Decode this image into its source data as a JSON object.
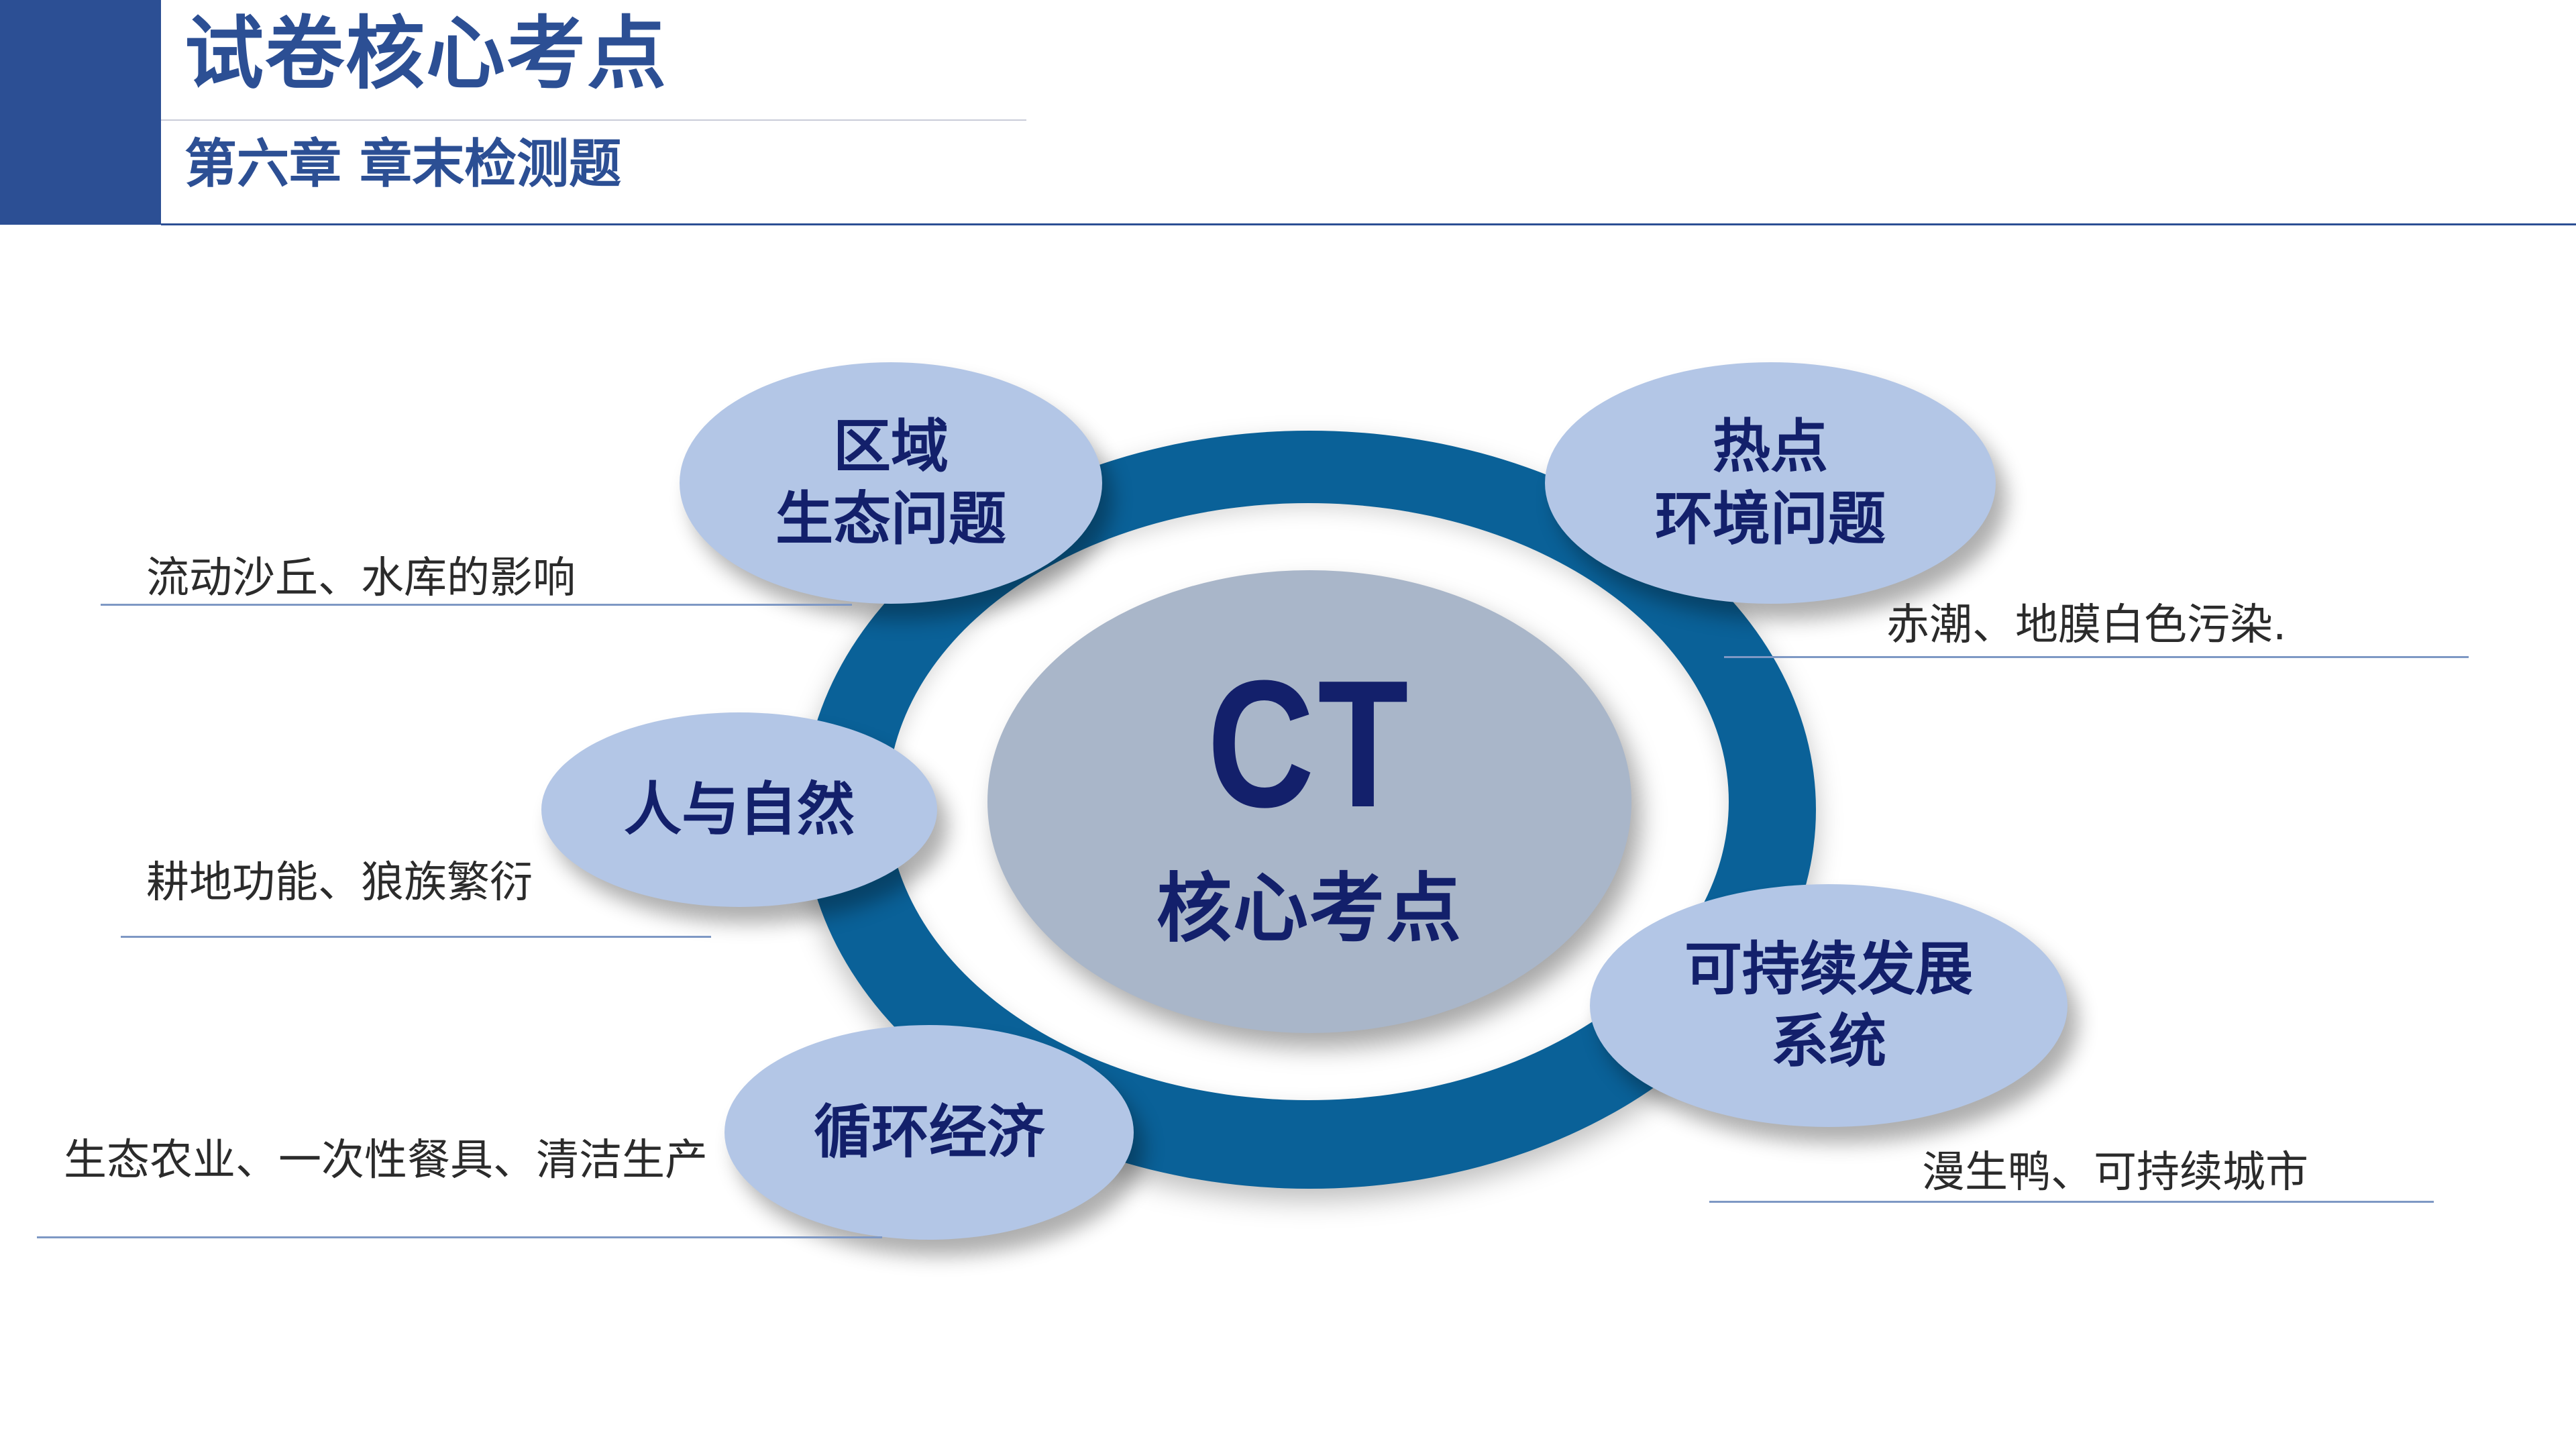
{
  "header": {
    "title": "试卷核心考点",
    "subtitle": "第六章  章末检测题"
  },
  "diagram": {
    "center": {
      "abbr": "CT",
      "label": "核心考点"
    },
    "nodes": [
      {
        "label": "区域\n生态问题",
        "note": "流动沙丘、水库的影响"
      },
      {
        "label": "热点\n环境问题",
        "note": "赤潮、地膜白色污染."
      },
      {
        "label": "人与自然",
        "note": "耕地功能、狼族繁衍"
      },
      {
        "label": "可持续发展\n系统",
        "note": "漫生鸭、可持续城市"
      },
      {
        "label": "循环经济",
        "note": "生态农业、一次性餐具、清洁生产"
      }
    ],
    "colors": {
      "ring": "#0a6198",
      "center": "#a9b6c9",
      "bubble": "#b3c6e6",
      "text": "#13206b",
      "header": "#2c4f94"
    }
  }
}
